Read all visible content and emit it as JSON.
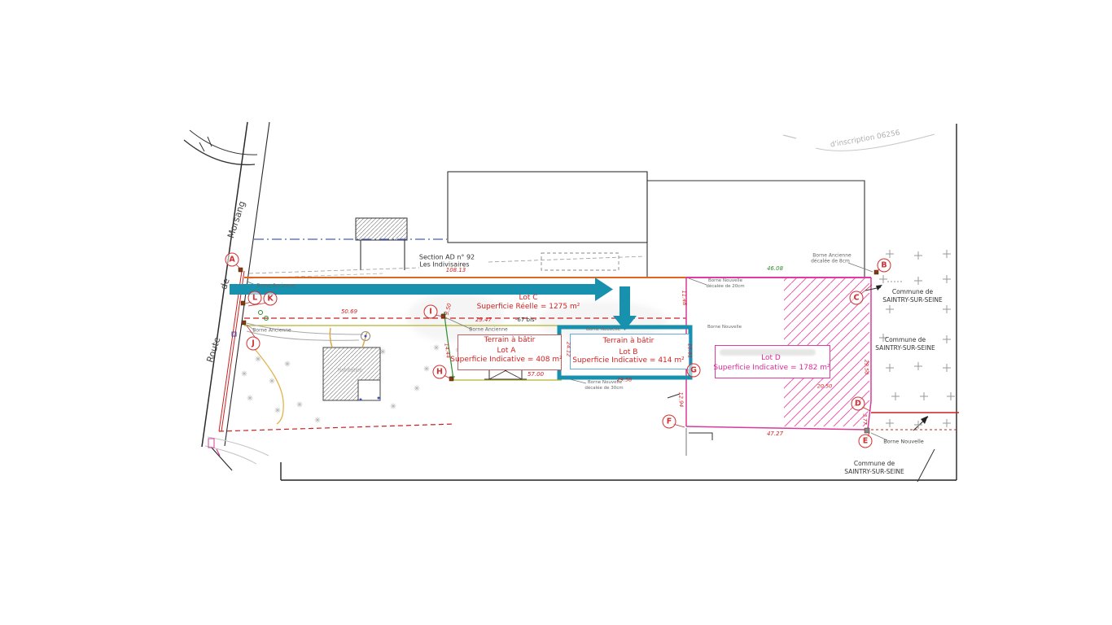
{
  "document": {
    "stamp_note": "d'inscription 06256"
  },
  "section": {
    "line1": "Section AD n° 92",
    "line2": "Les Indivisaires"
  },
  "road": {
    "word1": "Route",
    "word2": "de",
    "word3": "Morsang"
  },
  "lots": {
    "c": {
      "name": "Lot C",
      "area": "Superficie Réelle = 1275 m²"
    },
    "a": {
      "header": "Terrain à bâtir",
      "name": "Lot A",
      "area": "Superficie Indicative = 408 m²"
    },
    "b": {
      "header": "Terrain à bâtir",
      "name": "Lot B",
      "area": "Superficie Indicative = 414 m²"
    },
    "d": {
      "name": "Lot D",
      "area": "Superficie Indicative = 1782 m²"
    }
  },
  "markers": {
    "a": "A",
    "b": "B",
    "c": "C",
    "d": "D",
    "e": "E",
    "f": "F",
    "g": "G",
    "h": "H",
    "i": "I",
    "j": "J",
    "k": "K",
    "l": "L"
  },
  "bornes": {
    "ancienne_1": "Borne Ancienne",
    "ancienne_2": "Borne Ancienne",
    "ancienne_3": "Borne Ancienne",
    "ancienne_8cm_l1": "Borne Ancienne",
    "ancienne_8cm_l2": "décalée de 8cm",
    "nouvelle_20cm_l1": "Borne Nouvelle",
    "nouvelle_20cm_l2": "décalée de 20cm",
    "nouvelle_top": "Borne Nouvelle",
    "nouvelle_g": "Borne Nouvelle",
    "nouvelle_30cm_l1": "Borne Nouvelle",
    "nouvelle_30cm_l2": "décalée de 30cm",
    "nouvelle_e": "Borne Nouvelle"
  },
  "measurements": {
    "m_108_13": "108.13",
    "m_50_69": "50.69",
    "m_29_47": "29.47",
    "m_67bis": "-67 bis-",
    "m_3_50": "3.50",
    "m_14_44": "14.44",
    "m_57_00": "57.00",
    "m_29_58": "29.58",
    "m_24_12": "24.12",
    "m_18_61": "18.61",
    "m_11_48": "11.48",
    "m_46_08": "46.08",
    "m_12_94": "12.94",
    "m_47_27": "47.27",
    "m_20_50": "20.50",
    "m_29_50": "29.50",
    "m_3_77": "3.77"
  },
  "communes": {
    "right1_l1": "Commune de",
    "right1_l2": "SAINTRY-SUR-SEINE",
    "right2_l1": "Commune de",
    "right2_l2": "SAINTRY-SUR-SEINE",
    "bottom_l1": "Commune de",
    "bottom_l2": "SAINTRY-SUR-SEINE"
  },
  "buildings": {
    "habitation": "Habitation"
  },
  "colors": {
    "highlight_teal": "#1791ad",
    "boundary_orange": "#e0661e",
    "plot_red": "#d42020",
    "division_magenta": "#e13aa0",
    "limit_green": "#2e8b2e",
    "limit_olive": "#b5b32a",
    "axis_blue": "#4a5cc0"
  }
}
